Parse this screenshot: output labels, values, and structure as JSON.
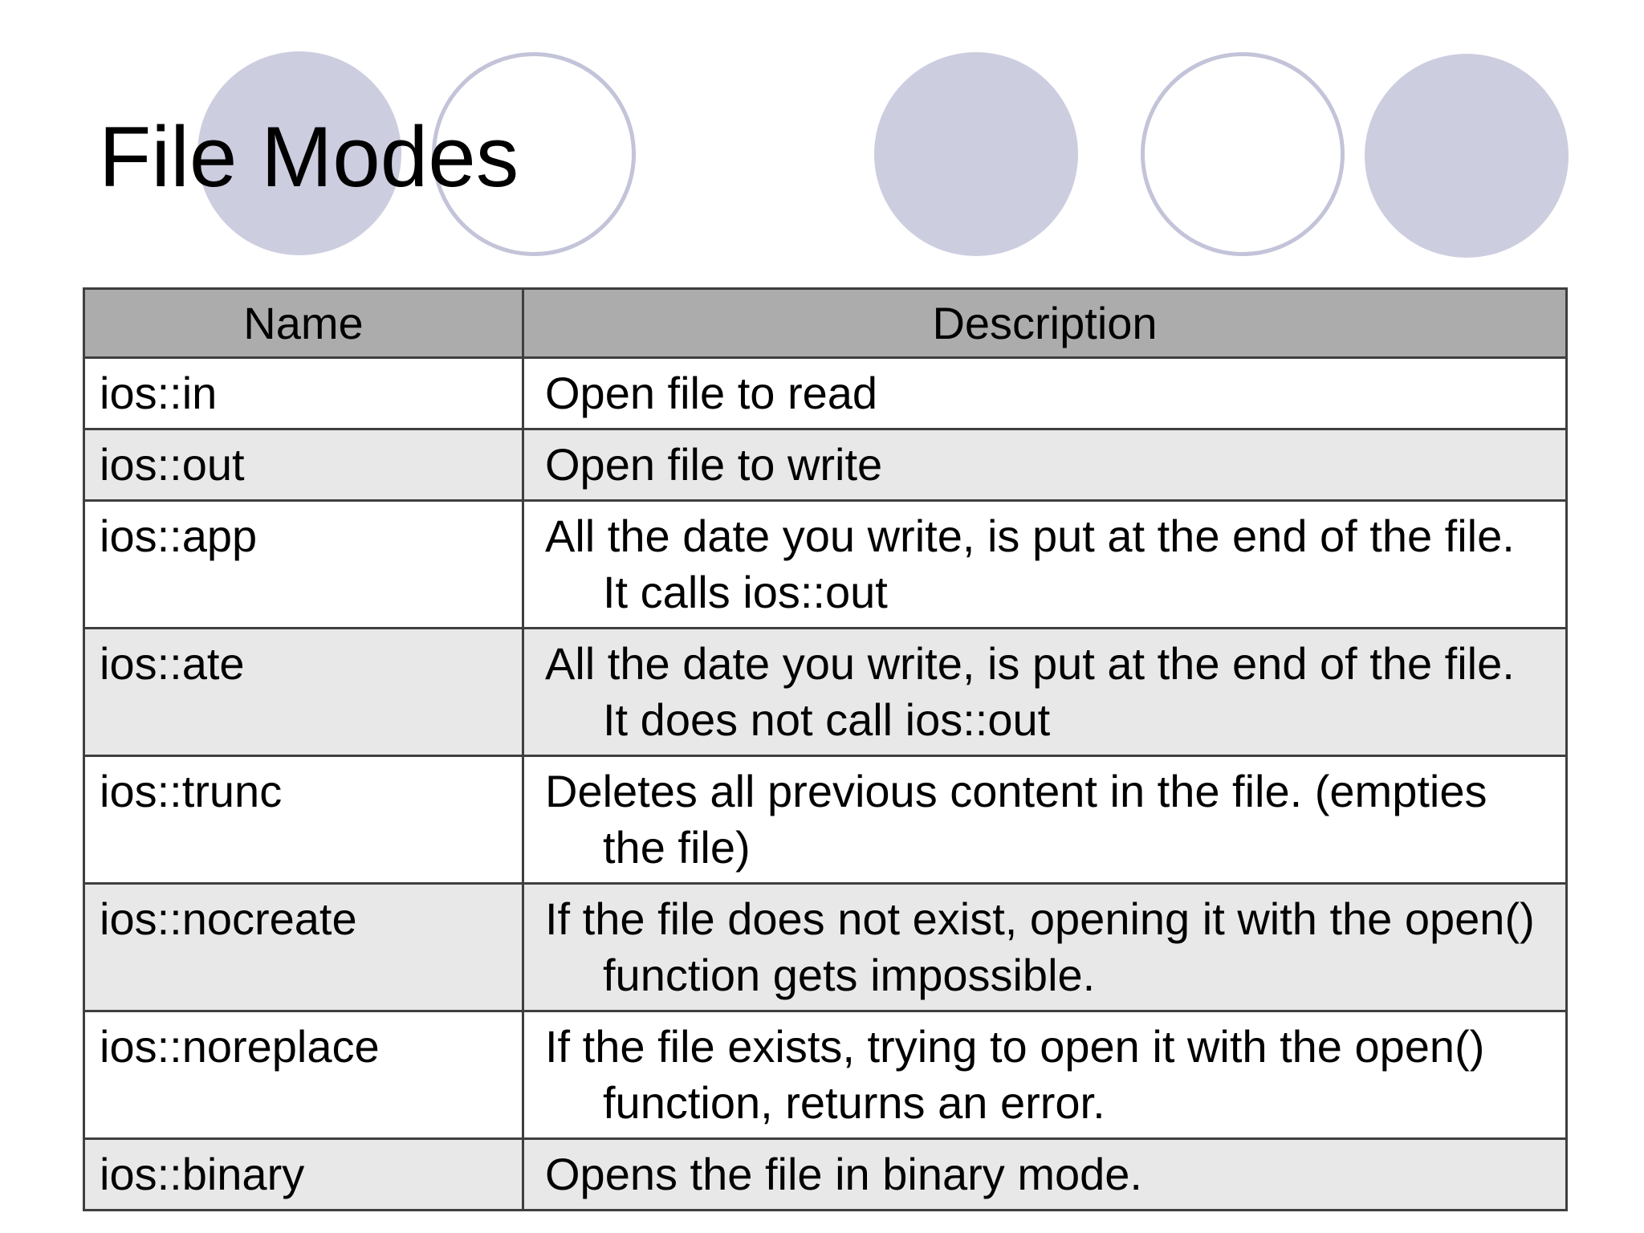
{
  "slide": {
    "title": "File Modes"
  },
  "table": {
    "headers": [
      "Name",
      "Description"
    ],
    "rows": [
      {
        "name": "ios::in",
        "description_lines": [
          "Open file to read"
        ]
      },
      {
        "name": "ios::out",
        "description_lines": [
          "Open file to write"
        ]
      },
      {
        "name": "ios::app",
        "description_lines": [
          "All the date you write, is put at the end of the file.",
          "It calls ios::out"
        ]
      },
      {
        "name": "ios::ate",
        "description_lines": [
          "All the date you write, is put at the end of the file.",
          "It does not call ios::out"
        ]
      },
      {
        "name": "ios::trunc",
        "description_lines": [
          "Deletes all previous content in the file. (empties",
          "the file)"
        ]
      },
      {
        "name": "ios::nocreate",
        "description_lines": [
          "If the file does not exist, opening it with the open()",
          "function gets impossible."
        ]
      },
      {
        "name": "ios::noreplace",
        "description_lines": [
          "If the file exists, trying to open it with the open()",
          "function, returns an error."
        ]
      },
      {
        "name": "ios::binary",
        "description_lines": [
          "Opens the file in binary mode."
        ]
      }
    ]
  },
  "colors": {
    "page-bg": "#ffffff",
    "text": "#000000",
    "circle-fill": "#cdcde0",
    "circle-stroke": "#c3c3d9",
    "header-bg": "#acacac",
    "row-bg": "#ffffff",
    "row-alt-bg": "#e8e8e8",
    "border": "#3f3f3f"
  }
}
